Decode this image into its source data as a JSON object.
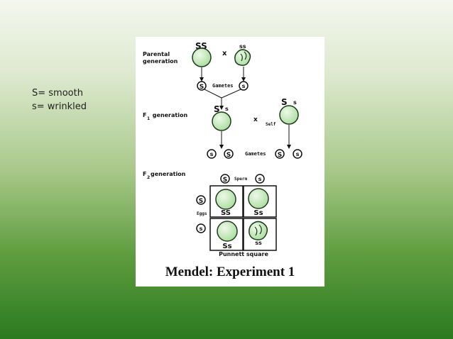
{
  "notes": {
    "line1": "S= smooth",
    "line2": "s= wrinkled"
  },
  "diagram": {
    "parental_label_1": "Parental",
    "parental_label_2": "generation",
    "parent_left_genotype": "SS",
    "cross_symbol": "x",
    "parent_right_genotype": "ss",
    "gametes_label": "Gametes",
    "gamete_S": "S",
    "gamete_s": "s",
    "f1_prefix": "F",
    "f1_sub": "1",
    "f1_suffix": " generation",
    "f1_allele_S": "S",
    "f1_allele_s": "s",
    "self_label": "Self",
    "f2_prefix": "F",
    "f2_sub": "2",
    "f2_suffix": "generation",
    "sperm_label": "Sperm",
    "eggs_label": "Eggs",
    "cell_SS": "SS",
    "cell_Ss_top": "Ss",
    "cell_Ss_bottom": "Ss",
    "cell_ss": "ss",
    "punnett_label": "Punnett square",
    "caption": "Mendel: Experiment 1"
  },
  "colors": {
    "pea_fill": "#bfe9b4",
    "pea_highlight": "#e9f8e4",
    "pea_outline": "#1e3a1e",
    "figure_bg": "#ffffff"
  }
}
